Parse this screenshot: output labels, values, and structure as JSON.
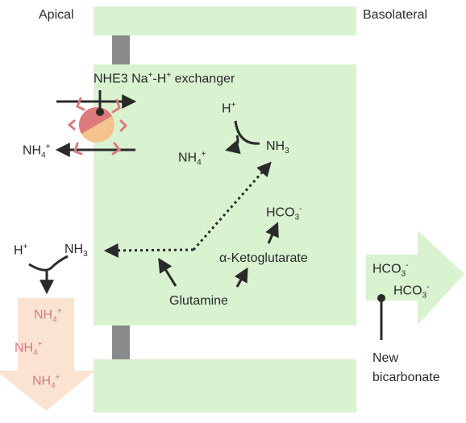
{
  "labels": {
    "apical": "Apical",
    "basolateral": "Basolateral",
    "exchanger": {
      "pre": "NHE3 Na",
      "sup1": "+",
      "mid": "-H",
      "sup2": "+",
      "post": " exchanger"
    },
    "h_top": {
      "base": "H",
      "sup": "+"
    },
    "nh4_cell": {
      "base": "NH",
      "sub": "4",
      "sup": "+"
    },
    "nh3_cell": {
      "base": "NH",
      "sub": "3"
    },
    "nh4_out": {
      "base": "NH",
      "sub": "4",
      "sup": "+"
    },
    "hco3_cell": {
      "base": "HCO",
      "sub": "3",
      "sup": "-"
    },
    "akg": "α-Ketoglutarate",
    "glutamine": "Glutamine",
    "h_left": {
      "base": "H",
      "sup": "+"
    },
    "nh3_left": {
      "base": "NH",
      "sub": "3"
    },
    "nh4_urine": [
      {
        "base": "NH",
        "sub": "4",
        "sup": "+"
      },
      {
        "base": "NH",
        "sub": "4",
        "sup": "+"
      },
      {
        "base": "NH",
        "sub": "4",
        "sup": "+"
      }
    ],
    "hco3_blood_1": {
      "base": "HCO",
      "sub": "3",
      "sup": "-"
    },
    "hco3_blood_2": {
      "base": "HCO",
      "sub": "3",
      "sup": "-"
    },
    "new_bicarb": {
      "line1": "New",
      "line2": "bicarbonate"
    }
  },
  "colors": {
    "cell": "#d9f2d0",
    "junction": "#8a8a8a",
    "arrow": "#2a2a2a",
    "transporter": "#dd7a7c",
    "transporter_light": "#f5c38e",
    "urine_arrow": "#fbe3d2",
    "blood_arrow": "#d9f2d0"
  }
}
